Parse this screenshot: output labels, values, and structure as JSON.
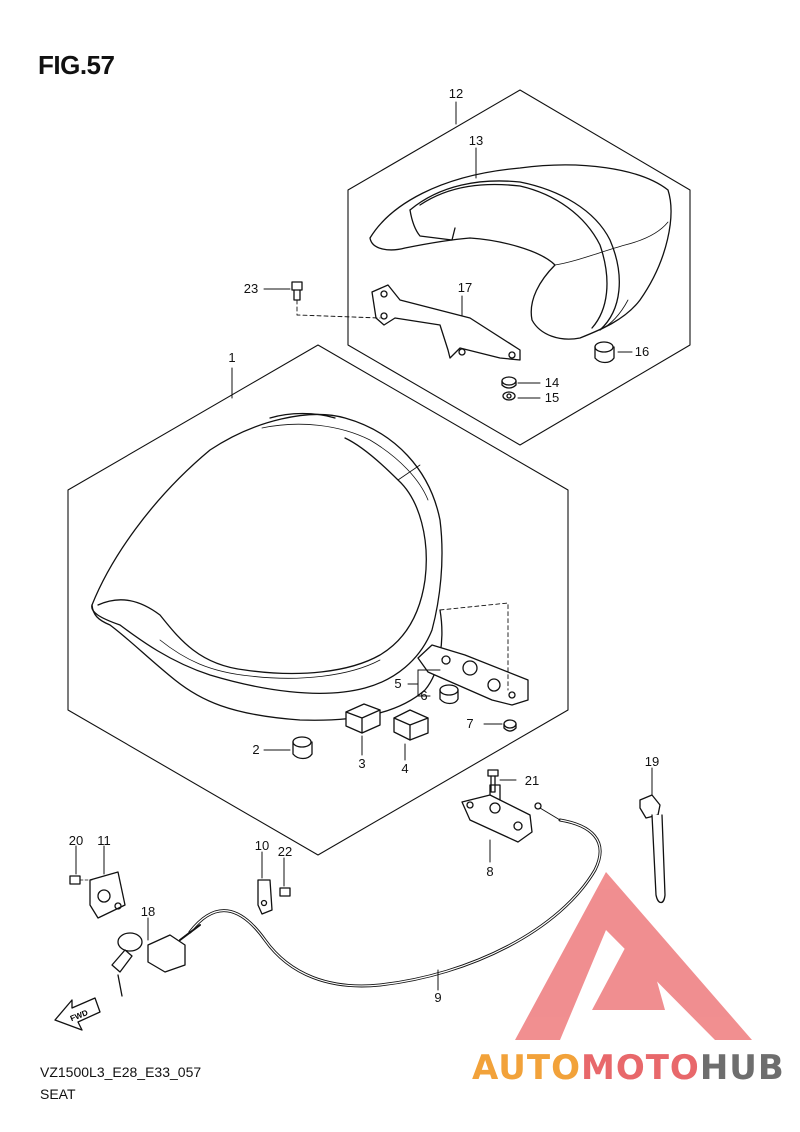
{
  "figure": {
    "title": "FIG.57",
    "model_code": "VZ1500L3_E28_E33_057",
    "section_name": "SEAT"
  },
  "callouts": [
    {
      "id": "c1",
      "label": "1"
    },
    {
      "id": "c2",
      "label": "2"
    },
    {
      "id": "c3",
      "label": "3"
    },
    {
      "id": "c4",
      "label": "4"
    },
    {
      "id": "c5",
      "label": "5"
    },
    {
      "id": "c6",
      "label": "6"
    },
    {
      "id": "c7",
      "label": "7"
    },
    {
      "id": "c8",
      "label": "8"
    },
    {
      "id": "c9",
      "label": "9"
    },
    {
      "id": "c10",
      "label": "10"
    },
    {
      "id": "c11",
      "label": "11"
    },
    {
      "id": "c12",
      "label": "12"
    },
    {
      "id": "c13",
      "label": "13"
    },
    {
      "id": "c14",
      "label": "14"
    },
    {
      "id": "c15",
      "label": "15"
    },
    {
      "id": "c16",
      "label": "16"
    },
    {
      "id": "c17",
      "label": "17"
    },
    {
      "id": "c18",
      "label": "18"
    },
    {
      "id": "c19",
      "label": "19"
    },
    {
      "id": "c20",
      "label": "20"
    },
    {
      "id": "c21",
      "label": "21"
    },
    {
      "id": "c22",
      "label": "22"
    },
    {
      "id": "c23",
      "label": "23"
    }
  ],
  "fwd_arrow_text": "FWD",
  "watermark": {
    "part1": "AUTO",
    "part2": "MOTO",
    "part3": "HUB",
    "colors": {
      "part1": "#f2a23a",
      "part2": "#e8686b",
      "part3": "#6e6e6e",
      "logo": "#ee7b7d"
    }
  }
}
